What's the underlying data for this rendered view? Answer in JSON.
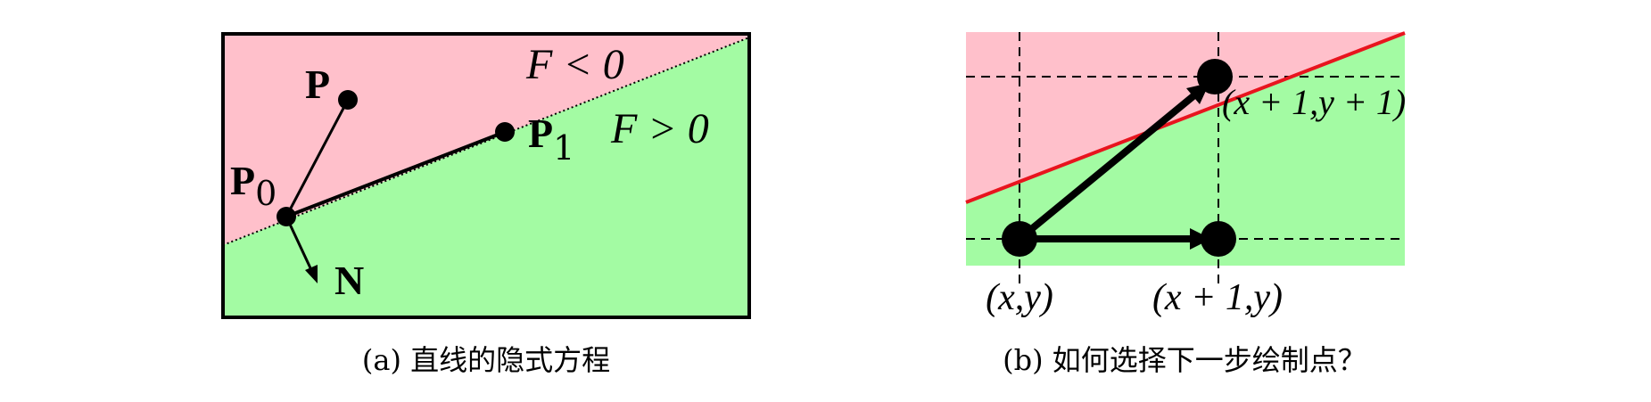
{
  "panel_a": {
    "region_negative_label": "F < 0",
    "region_positive_label": "F > 0",
    "point_p_label": "P",
    "point_p0_label": "P",
    "point_p0_sub": "0",
    "point_p1_label": "P",
    "point_p1_sub": "1",
    "normal_label": "N",
    "caption": "(a) 直线的隐式方程",
    "colors": {
      "negative_region": "#ffc0cb",
      "positive_region": "#a3fba3"
    }
  },
  "panel_b": {
    "label_xy": "(x,y)",
    "label_x1y": "(x + 1,y)",
    "label_x1y1": "(x + 1,y + 1)",
    "caption": "(b) 如何选择下一步绘制点？",
    "colors": {
      "upper_region": "#ffc0cb",
      "lower_region": "#a3fba3",
      "line": "#e8141e"
    }
  }
}
